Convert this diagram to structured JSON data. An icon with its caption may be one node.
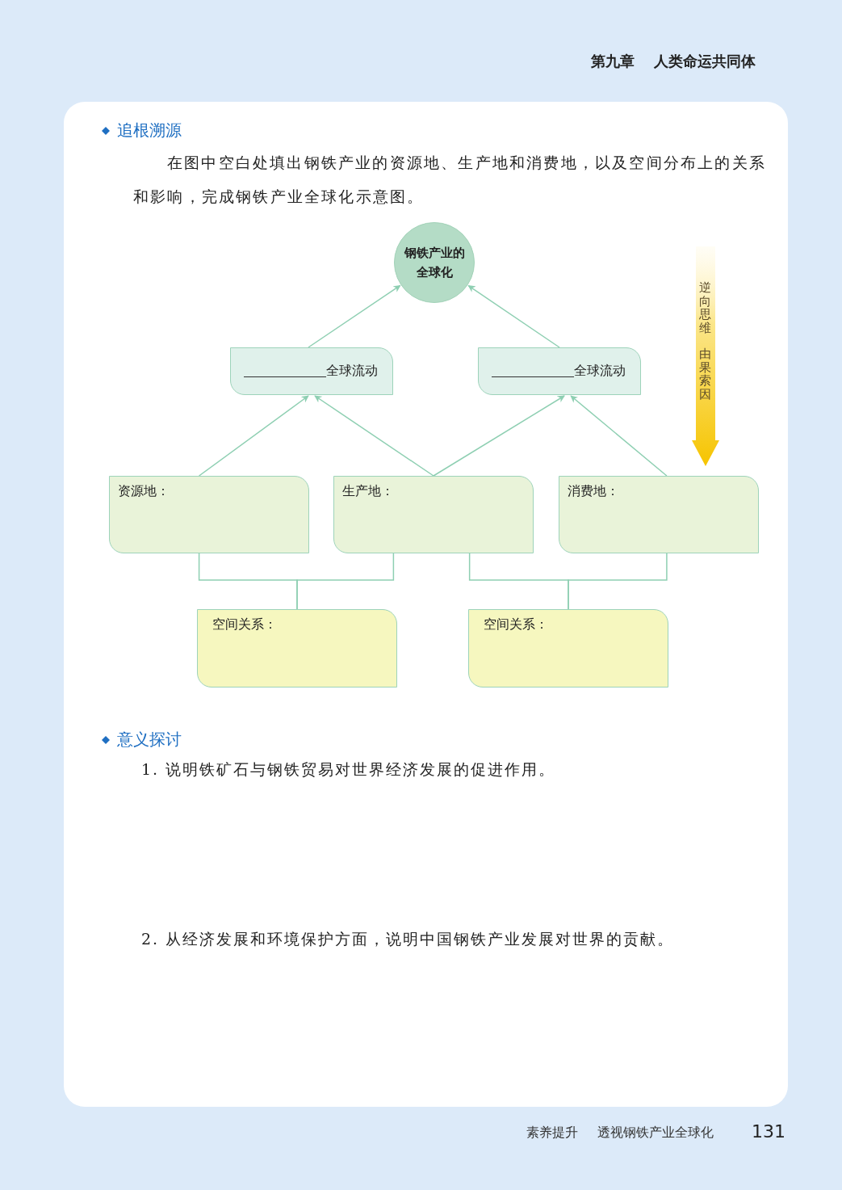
{
  "diagram": {
    "nodes": [
      {
        "text": [
          "钢铁产业的全球化"
        ]
      },
      {
        "text": [
          "全球流动"
        ]
      },
      {
        "text": [
          "全球流动"
        ]
      },
      {
        "text": [
          "资源地："
        ]
      },
      {
        "text": [
          "生产地："
        ]
      },
      {
        "text": [
          "消费地："
        ]
      },
      {
        "text": [
          "空间关系："
        ]
      },
      {
        "text": [
          "空间关系："
        ]
      }
    ],
    "edges": [
      {
        "from": 1,
        "to": 0,
        "arrow": "to"
      },
      {
        "from": 2,
        "to": 0,
        "arrow": "to"
      },
      {
        "from": 3,
        "to": 1,
        "arrow": "to"
      },
      {
        "from": 4,
        "to": 1,
        "arrow": "to"
      },
      {
        "from": 4,
        "to": 2,
        "arrow": "to"
      },
      {
        "from": 5,
        "to": 2,
        "arrow": "to"
      },
      {
        "from": 3,
        "to": 6,
        "arrow": "none"
      },
      {
        "from": 4,
        "to": 6,
        "arrow": "none"
      },
      {
        "from": 4,
        "to": 7,
        "arrow": "none"
      },
      {
        "from": 5,
        "to": 7,
        "arrow": "none"
      }
    ],
    "labels": [
      "第九章",
      "人类命运共同体",
      "追根溯源",
      "在图中空白处填出钢铁产业的资源地、生产地和消费地，以及空间分布上的关系和影响，完成钢铁产业全球化示意图。",
      "逆向思维",
      "由果索因",
      "意义探讨",
      "1. 说明铁矿石与钢铁贸易对世界经济发展的促进作用。",
      "2. 从经济发展和环境保护方面，说明中国钢铁产业发展对世界的贡献。",
      "素养提升",
      "透视钢铁产业全球化",
      "131"
    ]
  }
}
